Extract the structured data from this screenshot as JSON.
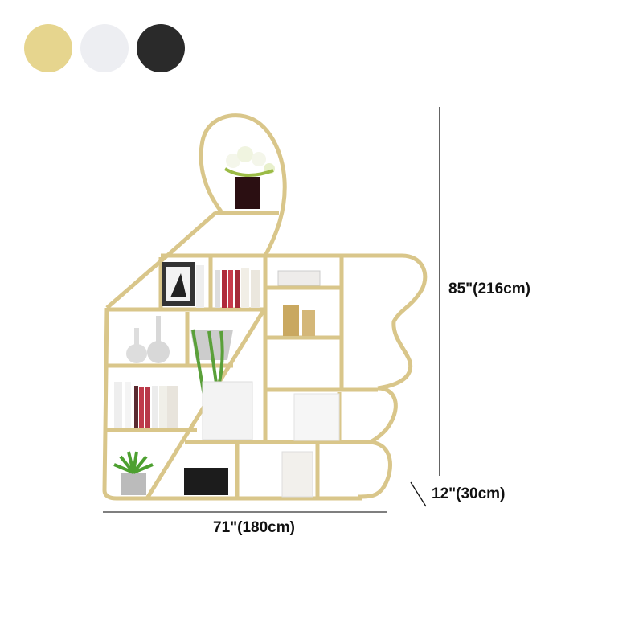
{
  "color_options": [
    {
      "name": "Gold",
      "color": "#e6d58e"
    },
    {
      "name": "White",
      "color": "#edeef2"
    },
    {
      "name": "Black",
      "color": "#2a2a2a"
    }
  ],
  "product": {
    "description": "Thumbs-up shaped gold metal bookshelf",
    "frame_color": "#d9c68a",
    "shelf_color": "#c9ad6a"
  },
  "dimensions": {
    "height": "85\"(216cm)",
    "width": "71\"(180cm)",
    "depth": "12\"(30cm)"
  }
}
